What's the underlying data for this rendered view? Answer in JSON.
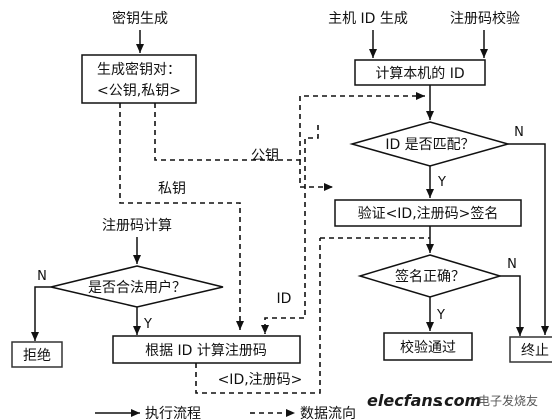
{
  "colors": {
    "line": "#111111",
    "box_fill": "#ffffff",
    "muted_box": "#333333"
  },
  "headings": {
    "keygen": "密钥生成",
    "host_id": "主机 ID 生成",
    "reg_check": "注册码校验",
    "reg_calc": "注册码计算"
  },
  "boxes": {
    "keypair_line1": "生成密钥对：",
    "keypair_line2": "<公钥,私钥>",
    "compute_id": "计算本机的 ID",
    "verify_sig": "验证<ID,注册码>签名",
    "compute_reg": "根据 ID 计算注册码",
    "reject": "拒绝",
    "pass": "校验通过",
    "terminate": "终止"
  },
  "decisions": {
    "id_match": "ID 是否匹配？",
    "sig_ok": "签名正确？",
    "legal_user": "是否合法用户？"
  },
  "edge_labels": {
    "public_key": "公钥",
    "private_key": "私钥",
    "id": "ID",
    "id_regcode": "<ID,注册码>",
    "yes": "Y",
    "no": "N"
  },
  "legend": {
    "exec_flow": "执行流程",
    "data_flow": "数据流向"
  },
  "watermark": {
    "site": "elecfans",
    "domain": ".com",
    "cn": "电子发烧友"
  }
}
